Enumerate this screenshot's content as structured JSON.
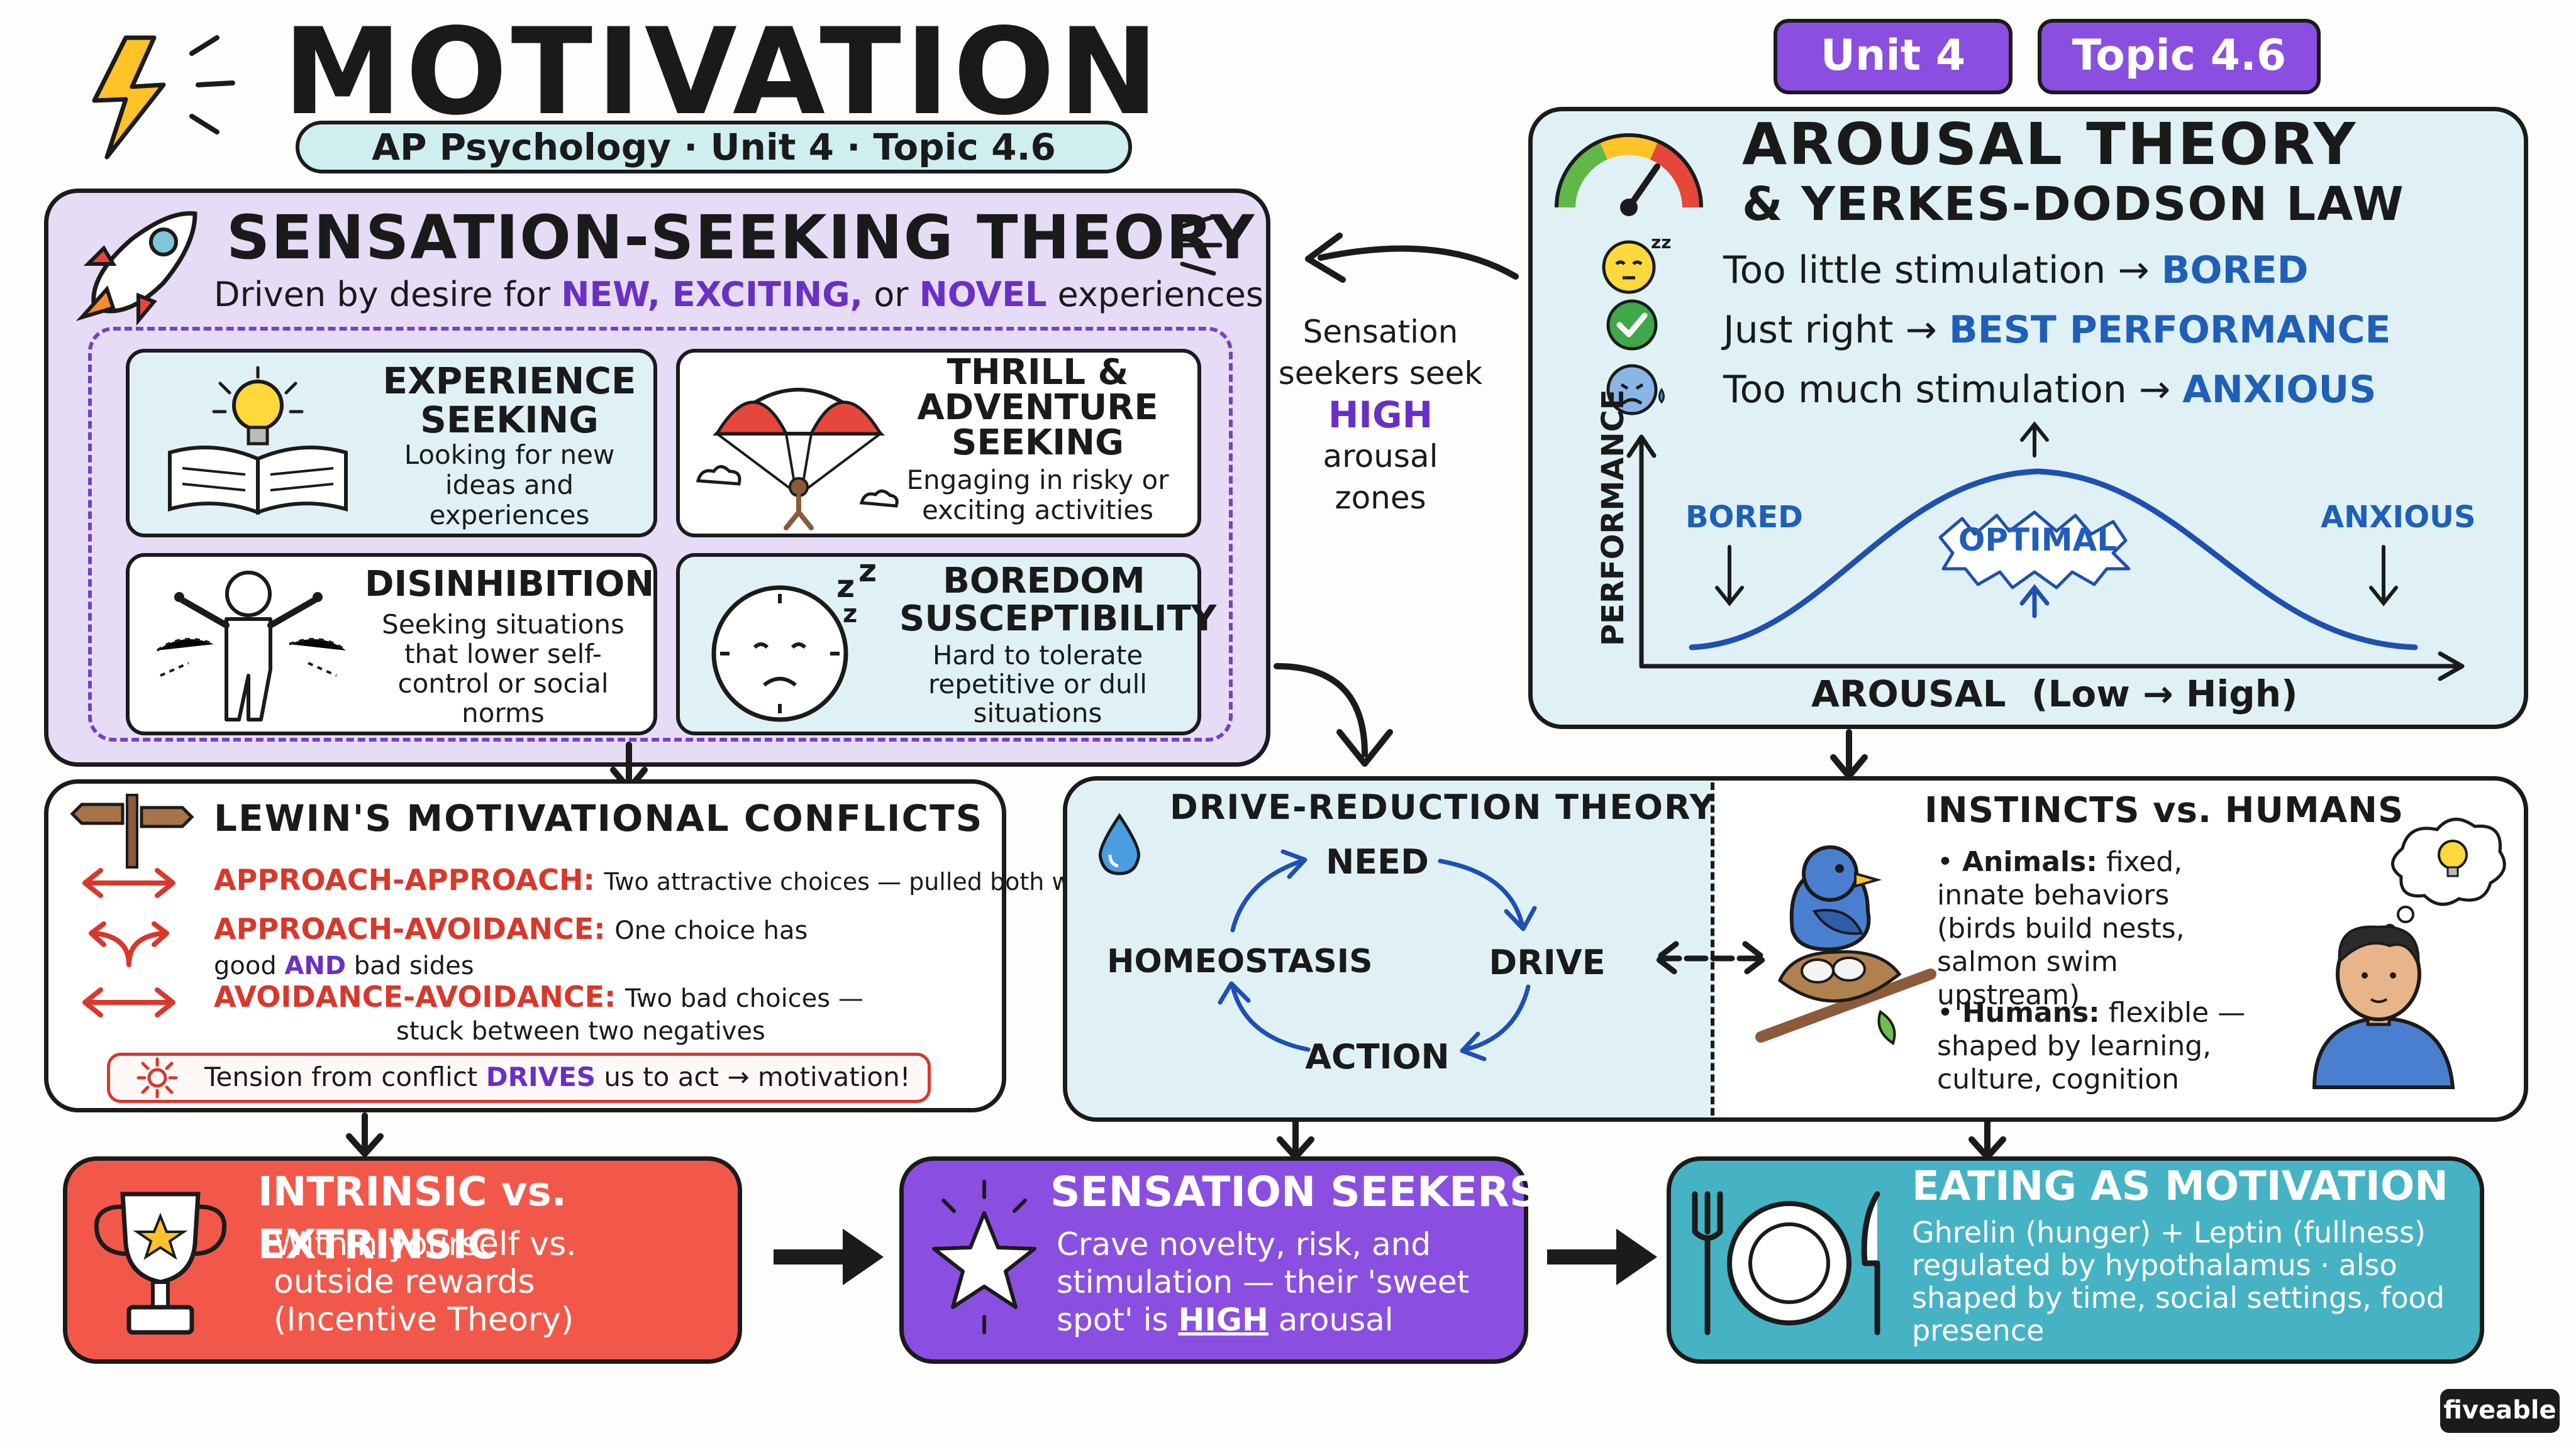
{
  "header": {
    "title": "MOTIVATION",
    "subtitle": "AP Psychology · Unit 4 · Topic 4.6",
    "badge_unit": "Unit 4",
    "badge_topic": "Topic 4.6"
  },
  "sensation_theory": {
    "title": "SENSATION-SEEKING THEORY",
    "desc_pre": "Driven by desire for ",
    "desc_new": "NEW, ",
    "desc_exciting": "EXCITING,",
    "desc_or": " or ",
    "desc_novel": "NOVEL",
    "desc_post": " experiences",
    "cards": [
      {
        "title": "EXPERIENCE SEEKING",
        "text": "Looking for new ideas and experiences"
      },
      {
        "title": "THRILL & ADVENTURE SEEKING",
        "text": "Engaging in risky or exciting activities"
      },
      {
        "title": "DISINHIBITION",
        "text": "Seeking situations that lower self-control or social norms"
      },
      {
        "title": "BOREDOM SUSCEPTIBILITY",
        "text": "Hard to tolerate repetitive or dull situations"
      }
    ]
  },
  "connector_note": {
    "line1": "Sensation",
    "line2": "seekers seek",
    "high": "HIGH",
    "line3": "arousal",
    "line4": "zones"
  },
  "arousal": {
    "title1": "AROUSAL THEORY",
    "title2": "& YERKES-DODSON LAW",
    "rows": [
      {
        "text": "Too little stimulation →",
        "result": "BORED"
      },
      {
        "text": "Just right →",
        "result": "BEST PERFORMANCE"
      },
      {
        "text": "Too much stimulation →",
        "result": "ANXIOUS"
      }
    ],
    "ylabel": "PERFORMANCE",
    "xlabel": "AROUSAL  (Low → High)",
    "label_bored": "BORED",
    "label_optimal": "OPTIMAL",
    "label_anxious": "ANXIOUS"
  },
  "lewin": {
    "title": "LEWIN'S MOTIVATIONAL CONFLICTS",
    "items": [
      {
        "label": "APPROACH-APPROACH:",
        "text": "Two attractive choices — pulled both ways"
      },
      {
        "label": "APPROACH-AVOIDANCE:",
        "text": "One choice has",
        "text2_pre": "good ",
        "text2_and": "AND",
        "text2_post": " bad sides"
      },
      {
        "label": "AVOIDANCE-AVOIDANCE:",
        "text": "Two bad choices —",
        "text2": "stuck between two negatives"
      }
    ],
    "tension_pre": "Tension from conflict ",
    "tension_drives": "DRIVES",
    "tension_post": " us to act → motivation!"
  },
  "drive": {
    "title": "DRIVE-REDUCTION THEORY",
    "need": "NEED",
    "drive": "DRIVE",
    "action": "ACTION",
    "homeostasis": "HOMEOSTASIS"
  },
  "instincts": {
    "title": "INSTINCTS vs. HUMANS",
    "animals_label": "Animals:",
    "animals_text": "fixed, innate behaviors (birds build nests, salmon swim upstream)",
    "humans_label": "Humans:",
    "humans_text": "flexible — shaped by learning, culture, cognition"
  },
  "bottom": {
    "intrinsic_title": "INTRINSIC vs. EXTRINSIC",
    "intrinsic_text": "Within yourself vs. outside rewards (Incentive Theory)",
    "seekers_title": "SENSATION SEEKERS",
    "seekers_pre": "Crave novelty, risk, and stimulation — their 'sweet spot' is ",
    "seekers_high": "HIGH",
    "seekers_post": " arousal",
    "eating_title": "EATING AS MOTIVATION",
    "eating_text": "Ghrelin (hunger) + Leptin (fullness) regulated by hypothalamus · also shaped by time, social settings, food presence"
  },
  "brand": "fiveable",
  "colors": {
    "lavender": "#e7dcf6",
    "lightblue": "#dff1f4",
    "purple": "#8a4fe0",
    "red": "#f2584a",
    "teal": "#46b3c4"
  }
}
